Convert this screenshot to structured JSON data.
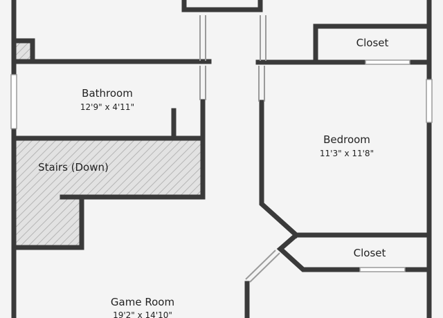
{
  "rooms": {
    "bathroom": {
      "name": "Bathroom",
      "dims": "12'9\" x 4'11\""
    },
    "stairs": {
      "name": "Stairs (Down)"
    },
    "bedroom": {
      "name": "Bedroom",
      "dims": "11'3\" x 11'8\""
    },
    "closet_top": {
      "name": "Closet"
    },
    "closet_mid": {
      "name": "Closet"
    },
    "game_room": {
      "name": "Game Room",
      "dims": "19'2\" x 14'10\""
    }
  },
  "colors": {
    "wall": "#3a3a3a",
    "floor": "#f4f4f4",
    "window": "#ffffff",
    "hatch": "#b8b8b8",
    "stairs_fill": "#e2e2e2"
  }
}
